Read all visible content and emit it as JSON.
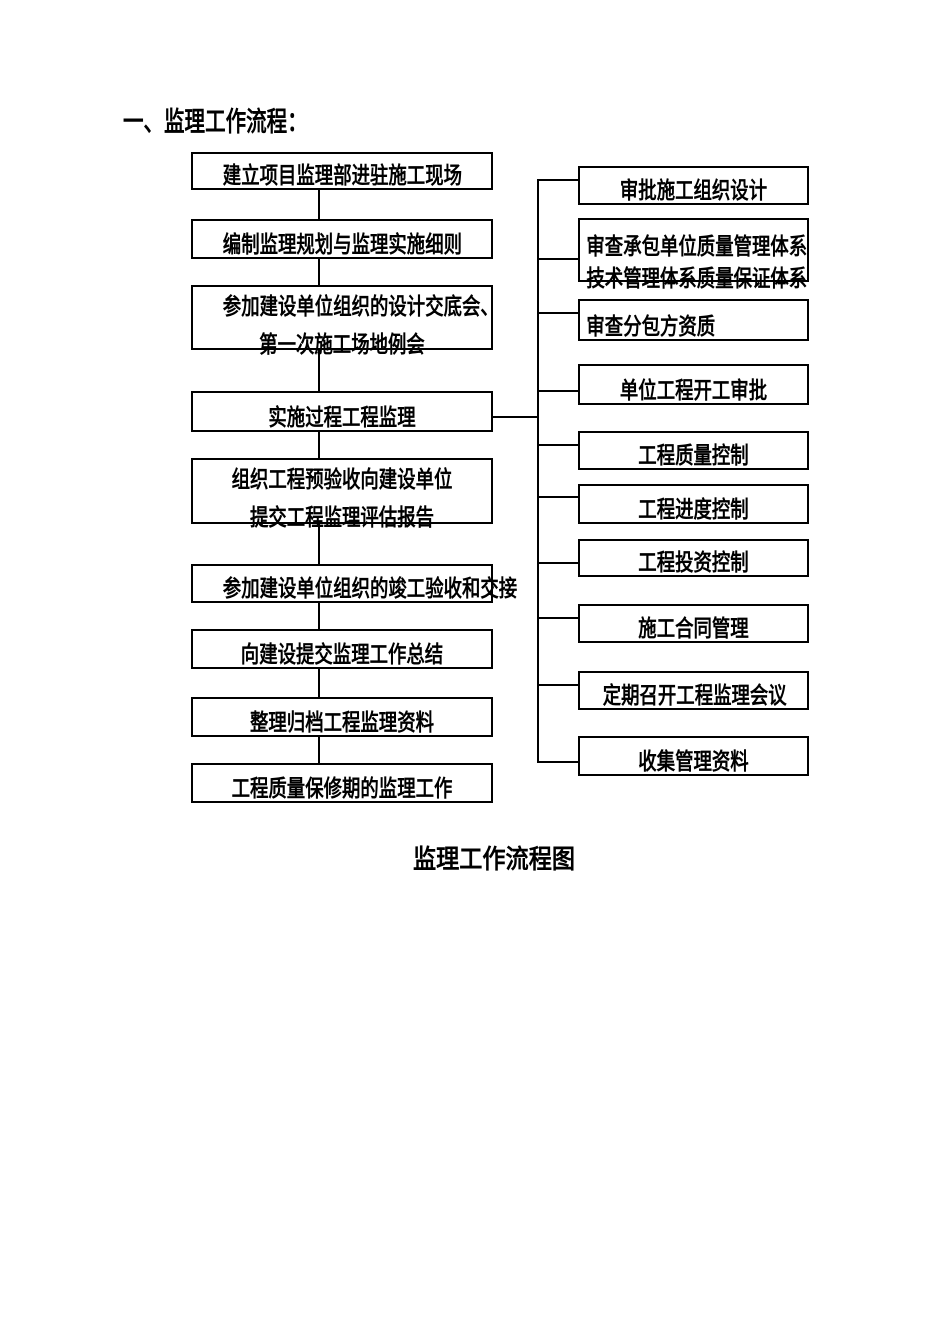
{
  "document": {
    "heading": "一、监理工作流程：",
    "caption": "监理工作流程图"
  },
  "flowchart": {
    "colors": {
      "line": "#000000",
      "text": "#000000",
      "box_fill": "#ffffff",
      "page_background": "#ffffff"
    },
    "main_flow": [
      {
        "lines": [
          "建立项目监理部进驻施工现场"
        ]
      },
      {
        "lines": [
          "编制监理规划与监理实施细则"
        ]
      },
      {
        "lines": [
          "参加建设单位组织的设计交底会、",
          "第一次施工场地例会"
        ]
      },
      {
        "lines": [
          "实施过程工程监理"
        ]
      },
      {
        "lines": [
          "组织工程预验收向建设单位",
          "提交工程监理评估报告"
        ]
      },
      {
        "lines": [
          "参加建设单位组织的竣工验收和交接"
        ]
      },
      {
        "lines": [
          "向建设提交监理工作总结"
        ]
      },
      {
        "lines": [
          "整理归档工程监理资料"
        ]
      },
      {
        "lines": [
          "工程质量保修期的监理工作"
        ]
      }
    ],
    "branch_tasks": [
      {
        "lines": [
          "审批施工组织设计"
        ]
      },
      {
        "lines": [
          "审查承包单位质量管理体系",
          "技术管理体系质量保证体系"
        ]
      },
      {
        "lines": [
          "审查分包方资质"
        ]
      },
      {
        "lines": [
          "单位工程开工审批"
        ]
      },
      {
        "lines": [
          "工程质量控制"
        ]
      },
      {
        "lines": [
          "工程进度控制"
        ]
      },
      {
        "lines": [
          "工程投资控制"
        ]
      },
      {
        "lines": [
          "施工合同管理"
        ]
      },
      {
        "lines": [
          "定期召开工程监理会议"
        ]
      },
      {
        "lines": [
          "收集管理资料"
        ]
      }
    ]
  }
}
